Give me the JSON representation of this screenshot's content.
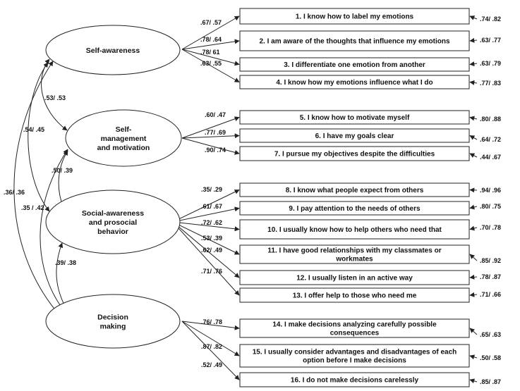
{
  "factors": [
    {
      "lines": [
        "Self-awareness"
      ]
    },
    {
      "lines": [
        "Self-",
        "management",
        "and motivation"
      ]
    },
    {
      "lines": [
        "Social-awareness",
        "and prosocial",
        "behavior"
      ]
    },
    {
      "lines": [
        "Decision",
        "making"
      ]
    }
  ],
  "items": [
    {
      "lines": [
        "1. I know how to label my emotions"
      ],
      "loading": ".67/ .57",
      "error": ".74/ .82"
    },
    {
      "lines": [
        "2. I am aware of the thoughts that influence my emotions"
      ],
      "loading": ".78/ .64",
      "error": ".63/ .77"
    },
    {
      "lines": [
        "3. I differentiate one emotion from another"
      ],
      "loading": ".78/ 61",
      "error": ".63/ .79"
    },
    {
      "lines": [
        "4. I know how my emotions influence what I do"
      ],
      "loading": ".63/ .55",
      "error": ".77/ .83"
    },
    {
      "lines": [
        "5. I know how to motivate myself"
      ],
      "loading": ".60/ .47",
      "error": ".80/ .88"
    },
    {
      "lines": [
        "6. I have my goals clear"
      ],
      "loading": ".77/ .69",
      "error": ".64/ .72"
    },
    {
      "lines": [
        "7. I pursue my objectives despite the difficulties"
      ],
      "loading": ".90/ .74",
      "error": ".44/ .67"
    },
    {
      "lines": [
        "8. I know what people expect from others"
      ],
      "loading": ".35/ .29",
      "error": ".94/ .96"
    },
    {
      "lines": [
        "9. I pay attention to the needs of others"
      ],
      "loading": ".61/ .67",
      "error": ".80/ .75"
    },
    {
      "lines": [
        "10. I usually know how to help others who need that"
      ],
      "loading": ".72/ .62",
      "error": ".70/ .78"
    },
    {
      "lines": [
        "11. I have good relationships with my classmates or",
        "workmates"
      ],
      "loading": ".53/ .39",
      "error": ".85/ .92"
    },
    {
      "lines": [
        "12. I usually listen in an active way"
      ],
      "loading": ".62/ .49",
      "error": ".78/ .87"
    },
    {
      "lines": [
        "13. I offer help to those who need me"
      ],
      "loading": ".71/ .76",
      "error": ".71/ .66"
    },
    {
      "lines": [
        "14. I make decisions analyzing carefully possible",
        "consequences"
      ],
      "loading": ".76/ .78",
      "error": ".65/ .63"
    },
    {
      "lines": [
        "15. I usually consider advantages and disadvantages of each",
        "option before I make decisions"
      ],
      "loading": ".87/ .82",
      "error": ".50/ .58"
    },
    {
      "lines": [
        "16. I do not make decisions carelessly"
      ],
      "loading": ".52/ .49",
      "error": ".85/ .87"
    }
  ],
  "correlations": [
    {
      "pair": "F1-F2",
      "label": ".53/ .53"
    },
    {
      "pair": "F1-F3",
      "label": ".54/ .45"
    },
    {
      "pair": "F2-F3",
      "label": ".50/ .39"
    },
    {
      "pair": "F1-F4",
      "label": ".36/ .36"
    },
    {
      "pair": "F2-F4",
      "label": ".35 / .42"
    },
    {
      "pair": "F3-F4",
      "label": ".39/ .38"
    }
  ]
}
